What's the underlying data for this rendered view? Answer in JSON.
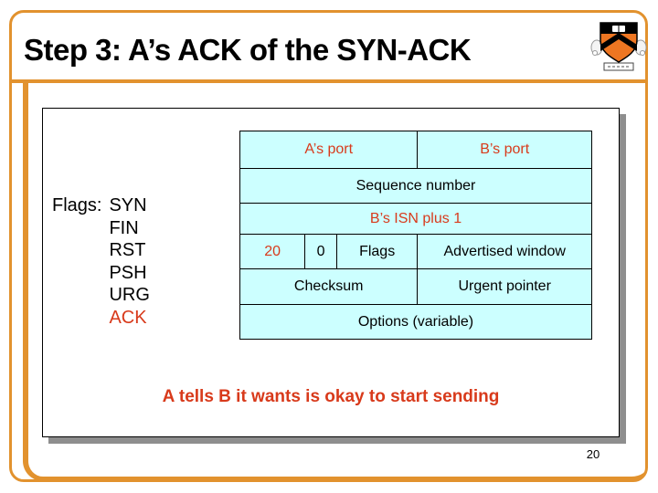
{
  "colors": {
    "orange": "#E2922E",
    "red": "#D83A1B",
    "cyan": "#CCFFFF",
    "shadow": "#8E8E8E",
    "logo_orange": "#EE7622"
  },
  "title": {
    "text": "Step 3: A’s ACK of the SYN-ACK"
  },
  "logo": {
    "icon": "princeton-shield"
  },
  "flags_panel": {
    "label": "Flags:",
    "items": [
      {
        "label": "SYN"
      },
      {
        "label": "FIN"
      },
      {
        "label": "RST"
      },
      {
        "label": "PSH"
      },
      {
        "label": "URG"
      },
      {
        "label": "ACK"
      }
    ]
  },
  "packet_table": {
    "rows": [
      {
        "cells": [
          {
            "text": "A’s port"
          },
          {
            "text": "B’s port"
          }
        ]
      },
      {
        "cells": [
          {
            "text": "Sequence number"
          }
        ]
      },
      {
        "cells": [
          {
            "text": "B’s ISN plus 1"
          }
        ]
      },
      {
        "cells": [
          {
            "text": "20"
          },
          {
            "text": "0"
          },
          {
            "text": "Flags"
          },
          {
            "text": "Advertised window"
          }
        ]
      },
      {
        "cells": [
          {
            "text": "Checksum"
          },
          {
            "text": "Urgent pointer"
          }
        ]
      },
      {
        "cells": [
          {
            "text": "Options (variable)"
          }
        ]
      }
    ]
  },
  "footer": {
    "note": "A tells B it wants is okay to start sending"
  },
  "page": {
    "number": "20"
  }
}
